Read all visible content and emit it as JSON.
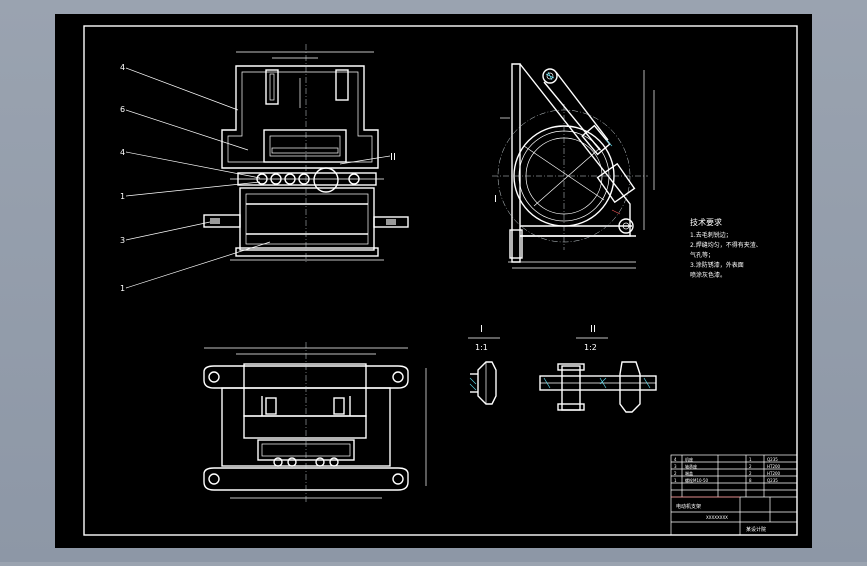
{
  "canvas": {
    "background": "#000000",
    "line_color": "#ffffff",
    "accent": "#5bd6e8"
  },
  "labels": {
    "leaders": [
      "4",
      "6",
      "4",
      "1",
      "3",
      "1"
    ],
    "section_marker_right": "II",
    "section_marker_left": "I",
    "detail_one_roman": "I",
    "detail_one_scale": "1:1",
    "detail_two_roman": "II",
    "detail_two_scale": "1:2"
  },
  "notes": {
    "heading": "技术要求",
    "lines": [
      "1.去毛刺锐边；",
      "2.焊缝均匀，不得有夹渣、",
      "气孔等；",
      "3.涂防锈漆，外表面",
      "喷涂灰色漆。"
    ]
  },
  "title_block": {
    "drawing_title": "电动机支架",
    "code": "XXXXXXXX",
    "company": "某设计院",
    "parts_rows": [
      [
        "4",
        "机座",
        "",
        "1",
        "Q235"
      ],
      [
        "3",
        "轴承座",
        "",
        "2",
        "HT200"
      ],
      [
        "2",
        "端盖",
        "",
        "2",
        "HT200"
      ],
      [
        "1",
        "螺栓M10-50",
        "",
        "8",
        "Q235"
      ]
    ]
  }
}
